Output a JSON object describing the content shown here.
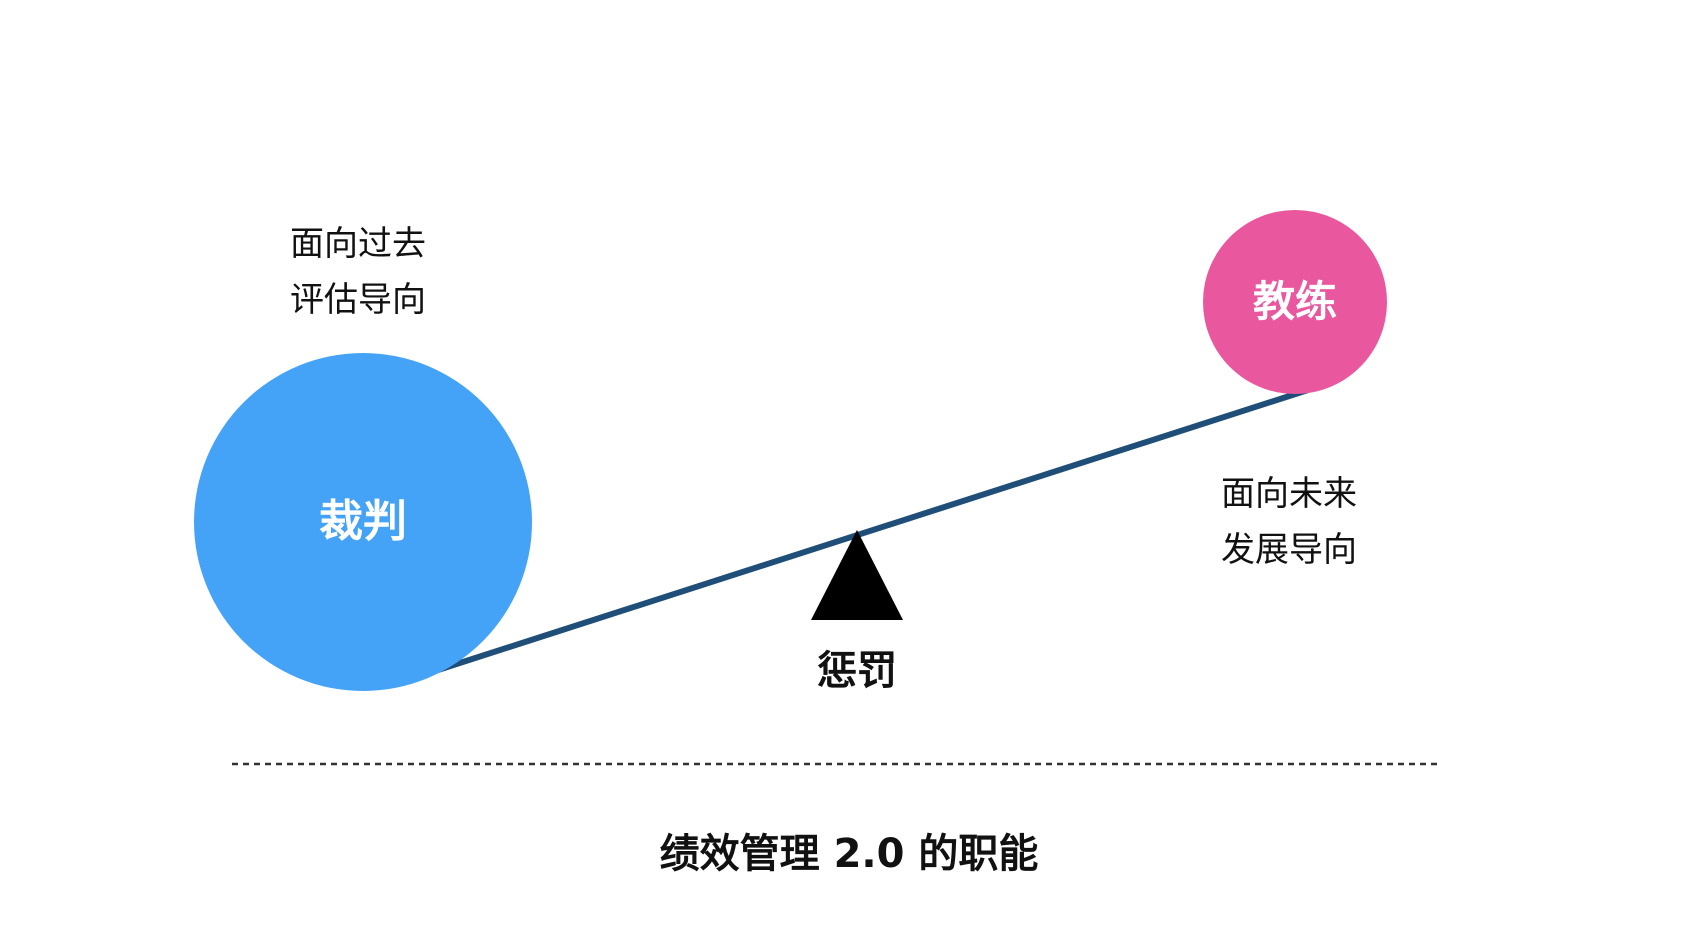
{
  "diagram": {
    "left_node": {
      "label": "裁判",
      "notes": [
        "面向过去",
        "评估导向"
      ],
      "color": "#44A3F6"
    },
    "right_node": {
      "label": "教练",
      "notes": [
        "面向未来",
        "发展导向"
      ],
      "color": "#E9579F"
    },
    "fulcrum": {
      "label": "惩罚",
      "color": "#000000"
    },
    "beam_color": "#1F4E79",
    "divider_color": "#333333",
    "caption": "绩效管理 2.0 的职能"
  }
}
